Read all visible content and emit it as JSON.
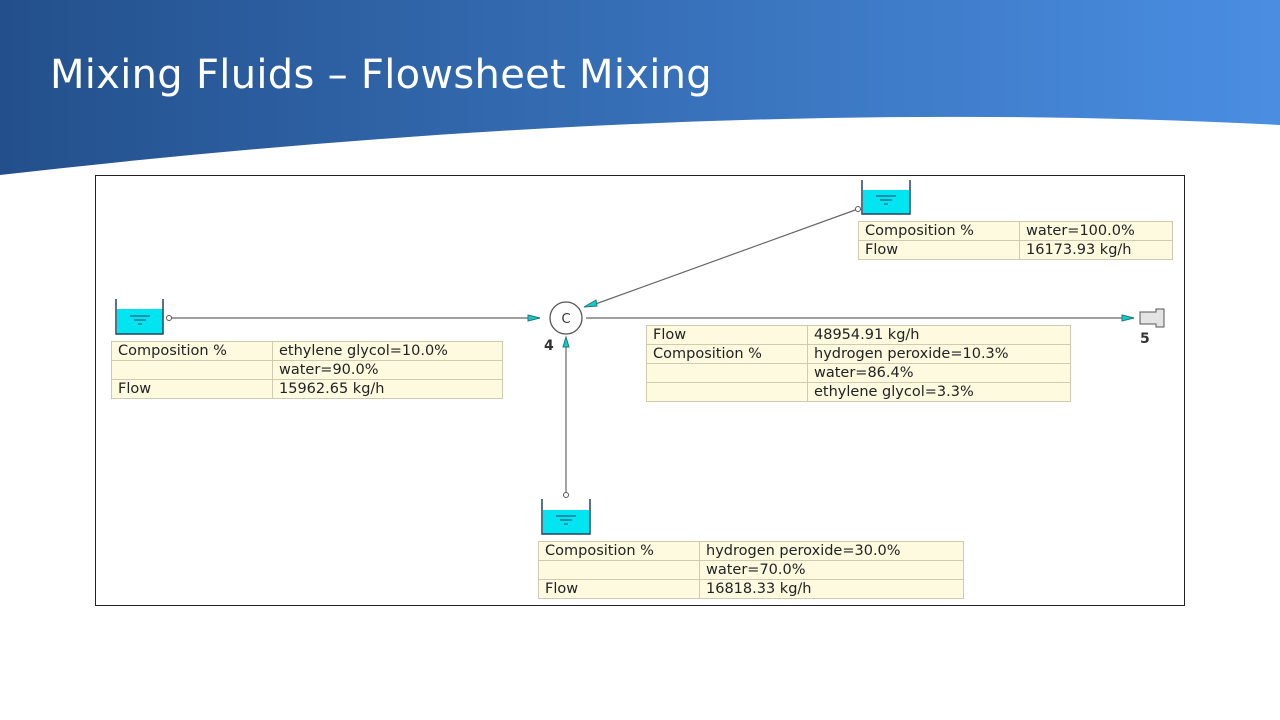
{
  "slide": {
    "title": "Mixing Fluids – Flowsheet Mixing"
  },
  "colors": {
    "banner_dark": "#23508c",
    "banner_light": "#4a8ee2",
    "tank_fill": "#00e5f0",
    "cell_bg": "#fdfae0"
  },
  "flowsheet": {
    "mixer_label": "C",
    "mixer_node_label": "4",
    "product_node_label": "5",
    "tables": [
      {
        "id": "feed-ethylene-glycol",
        "rows": [
          [
            "Composition %",
            "ethylene glycol=10.0%"
          ],
          [
            "",
            "water=90.0%"
          ],
          [
            "Flow",
            "15962.65 kg/h"
          ]
        ]
      },
      {
        "id": "feed-water",
        "rows": [
          [
            "Composition %",
            "water=100.0%"
          ],
          [
            "Flow",
            "16173.93 kg/h"
          ]
        ]
      },
      {
        "id": "product",
        "rows": [
          [
            "Flow",
            "48954.91 kg/h"
          ],
          [
            "Composition %",
            "hydrogen peroxide=10.3%"
          ],
          [
            "",
            "water=86.4%"
          ],
          [
            "",
            "ethylene glycol=3.3%"
          ]
        ]
      },
      {
        "id": "feed-hydrogen-peroxide",
        "rows": [
          [
            "Composition %",
            "hydrogen peroxide=30.0%"
          ],
          [
            "",
            "water=70.0%"
          ],
          [
            "Flow",
            "16818.33 kg/h"
          ]
        ]
      }
    ]
  }
}
